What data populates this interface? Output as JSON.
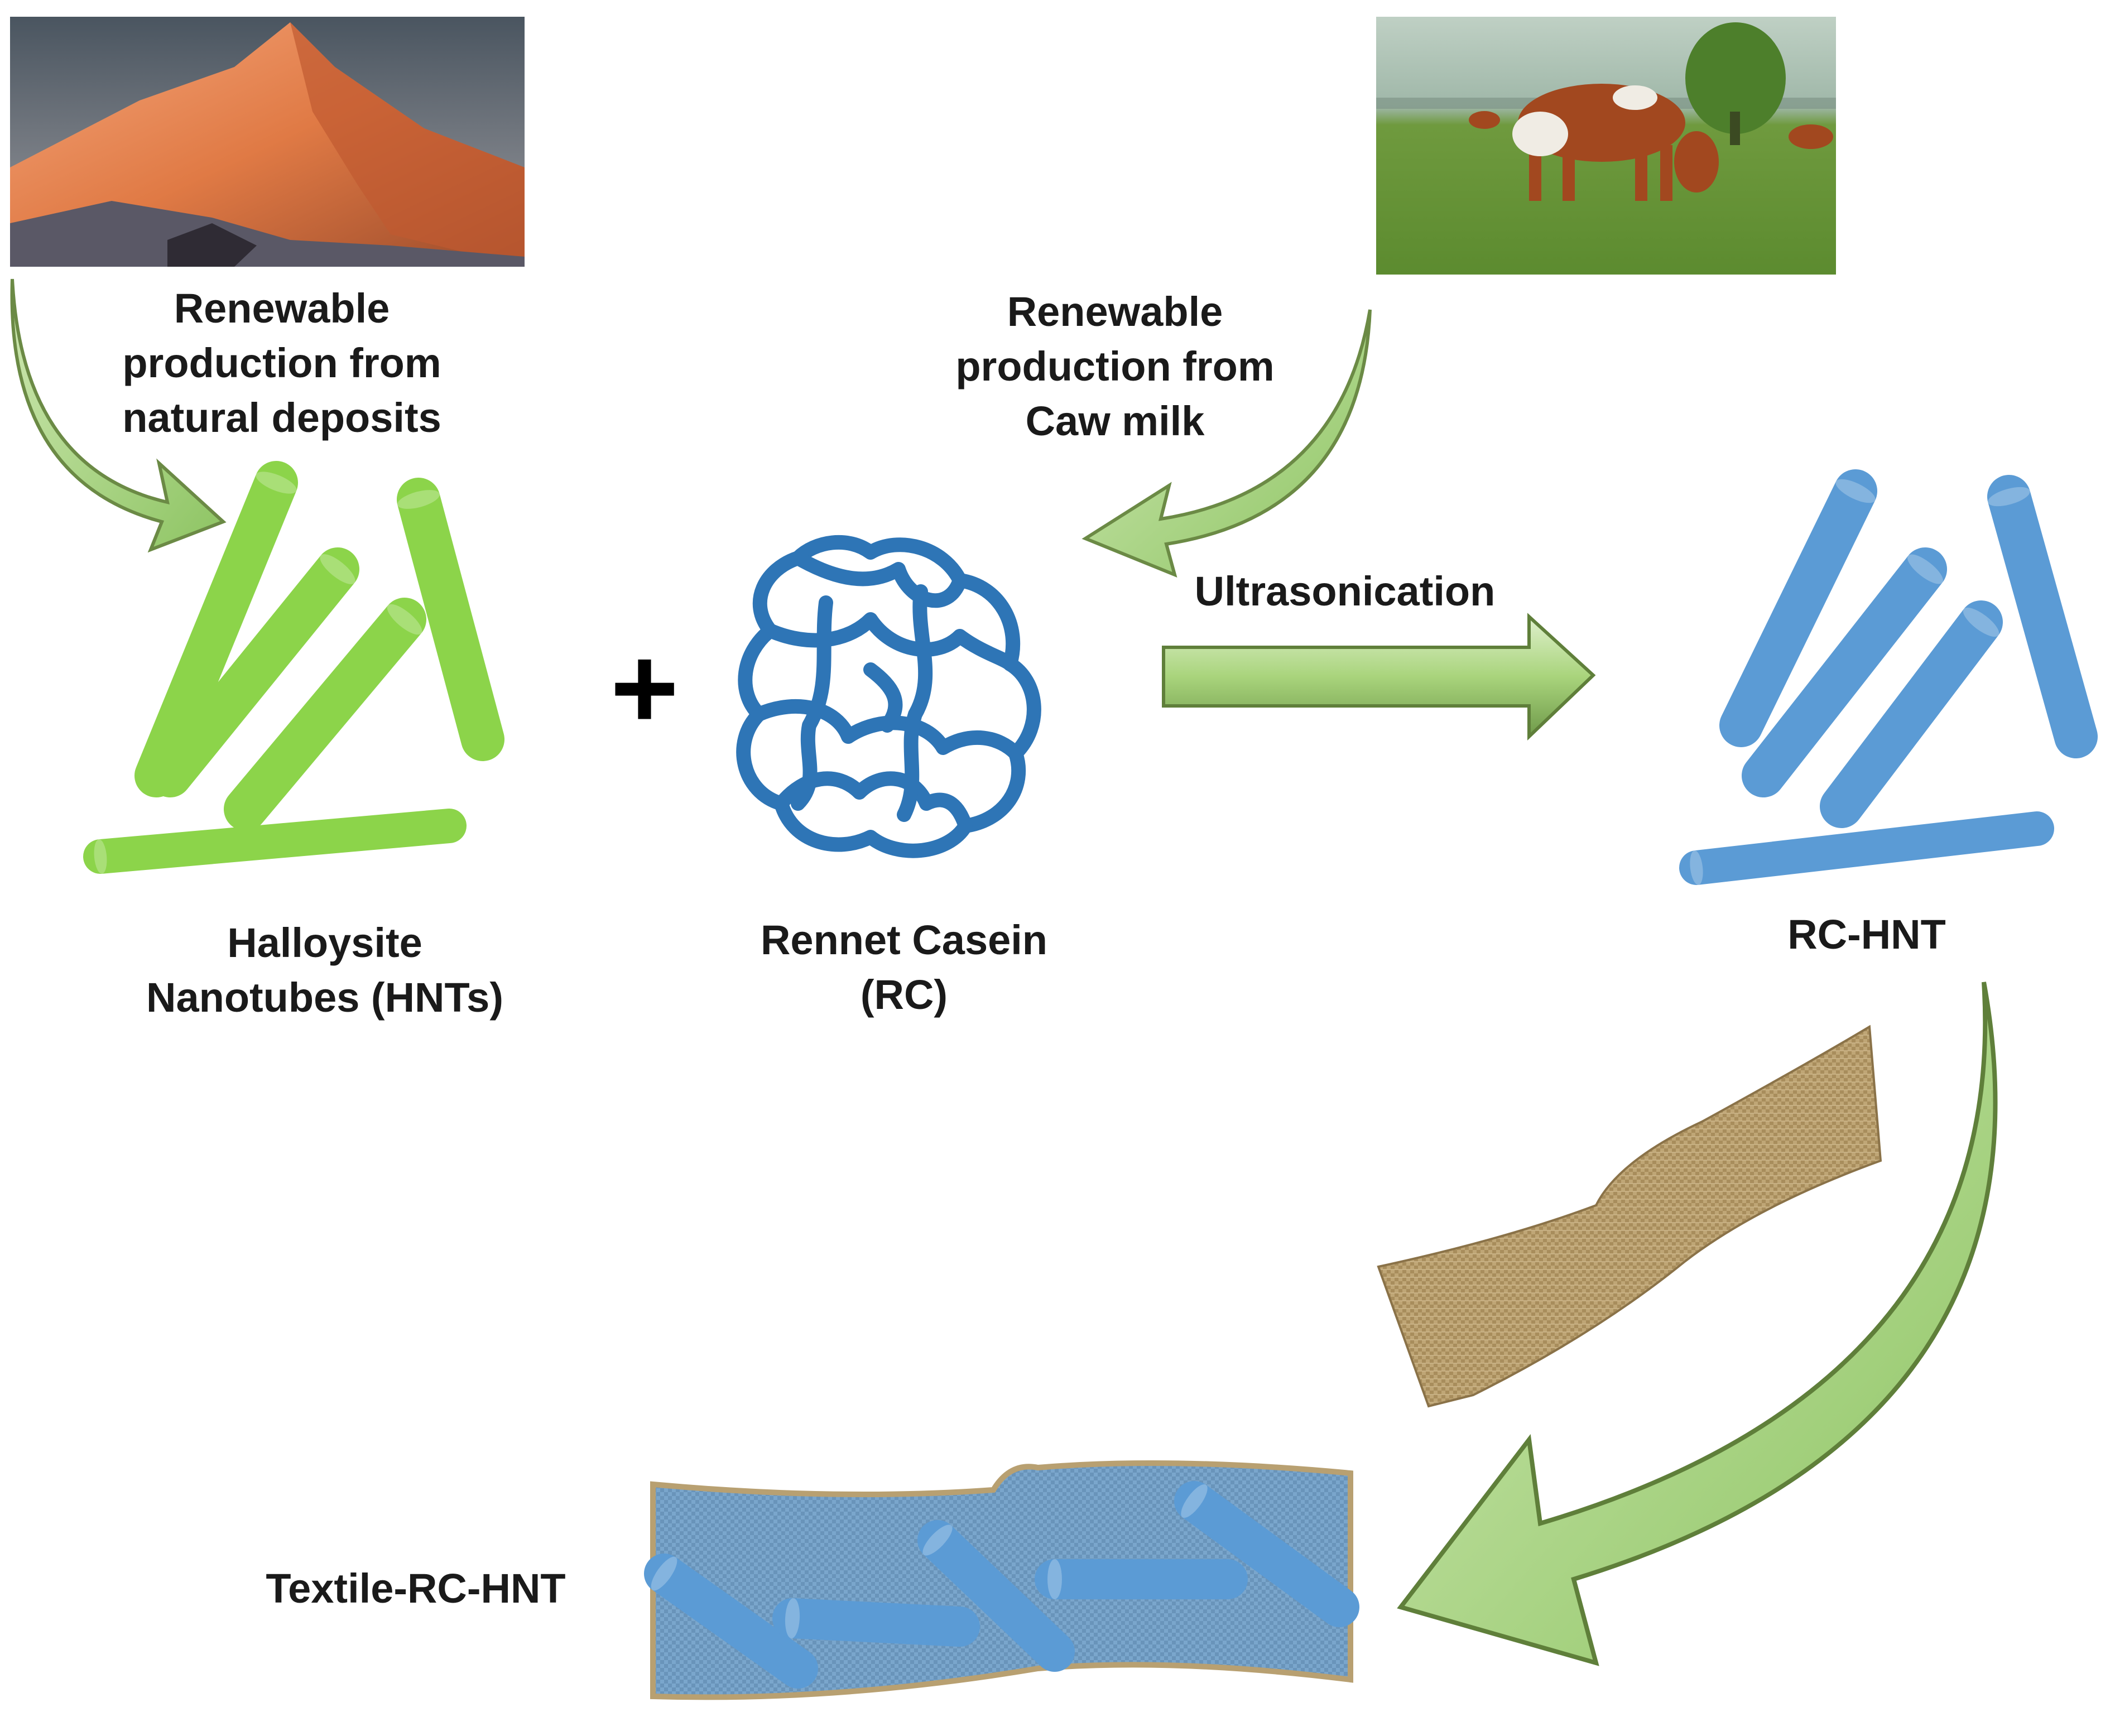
{
  "sources": {
    "mountain": {
      "caption_lines": [
        "Renewable",
        "production from",
        "natural deposits"
      ]
    },
    "cow": {
      "caption_lines": [
        "Renewable",
        "production from",
        "Caw milk"
      ]
    }
  },
  "components": {
    "hnt": {
      "label_lines": [
        "Halloysite",
        "Nanotubes (HNTs)"
      ]
    },
    "plus": "+",
    "rc": {
      "label_lines": [
        "Rennet Casein",
        "(RC)"
      ]
    }
  },
  "process": {
    "label": "Ultrasonication"
  },
  "product": {
    "label": "RC-HNT"
  },
  "final": {
    "label": "Textile-RC-HNT"
  },
  "colors": {
    "green_tube": "#8cd44a",
    "blue_tube": "#5b9bd5",
    "casein_blue": "#2e75b6",
    "arrow_green_light": "#c5e3a6",
    "arrow_green_dark": "#5f7f3a",
    "fabric": "#b8a071",
    "fabric_coated": "#6f9fc6"
  },
  "icons": [
    "mountain-photo",
    "cow-photo",
    "fabric-swatch",
    "coated-fabric"
  ]
}
